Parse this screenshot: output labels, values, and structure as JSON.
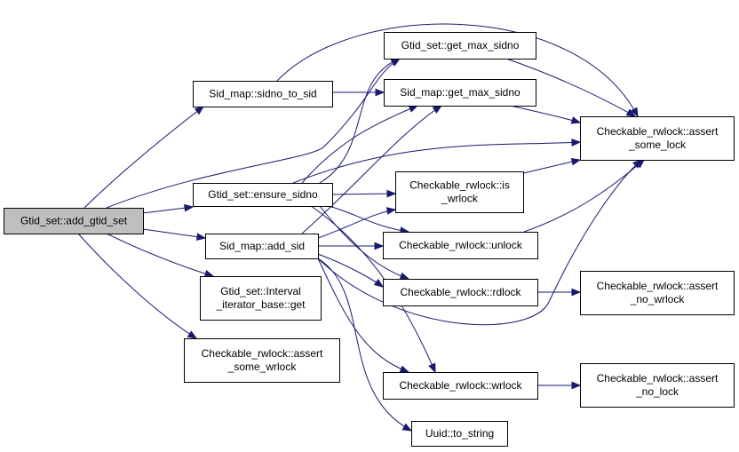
{
  "colors": {
    "edge": "#191970",
    "node_fill": "#ffffff",
    "root_fill": "#bfbfbf",
    "node_border": "#000000"
  },
  "nodes": [
    {
      "id": "add_gtid_set",
      "lines": [
        "Gtid_set::add_gtid_set"
      ],
      "root": true
    },
    {
      "id": "sidno_to_sid",
      "lines": [
        "Sid_map::sidno_to_sid"
      ]
    },
    {
      "id": "ensure_sidno",
      "lines": [
        "Gtid_set::ensure_sidno"
      ]
    },
    {
      "id": "add_sid",
      "lines": [
        "Sid_map::add_sid"
      ]
    },
    {
      "id": "interval_get",
      "lines": [
        "Gtid_set::Interval",
        "_iterator_base::get"
      ]
    },
    {
      "id": "assert_some_wrlock",
      "lines": [
        "Checkable_rwlock::assert",
        "_some_wrlock"
      ]
    },
    {
      "id": "gs_get_max_sidno",
      "lines": [
        "Gtid_set::get_max_sidno"
      ]
    },
    {
      "id": "sm_get_max_sidno",
      "lines": [
        "Sid_map::get_max_sidno"
      ]
    },
    {
      "id": "is_wrlock",
      "lines": [
        "Checkable_rwlock::is",
        "_wrlock"
      ]
    },
    {
      "id": "unlock",
      "lines": [
        "Checkable_rwlock::unlock"
      ]
    },
    {
      "id": "rdlock",
      "lines": [
        "Checkable_rwlock::rdlock"
      ]
    },
    {
      "id": "wrlock",
      "lines": [
        "Checkable_rwlock::wrlock"
      ]
    },
    {
      "id": "to_string",
      "lines": [
        "Uuid::to_string"
      ]
    },
    {
      "id": "assert_some_lock",
      "lines": [
        "Checkable_rwlock::assert",
        "_some_lock"
      ]
    },
    {
      "id": "assert_no_wrlock",
      "lines": [
        "Checkable_rwlock::assert",
        "_no_wrlock"
      ]
    },
    {
      "id": "assert_no_lock",
      "lines": [
        "Checkable_rwlock::assert",
        "_no_lock"
      ]
    }
  ],
  "edges": [
    {
      "from": "add_gtid_set",
      "to": "sidno_to_sid"
    },
    {
      "from": "add_gtid_set",
      "to": "ensure_sidno"
    },
    {
      "from": "add_gtid_set",
      "to": "add_sid"
    },
    {
      "from": "add_gtid_set",
      "to": "interval_get"
    },
    {
      "from": "add_gtid_set",
      "to": "assert_some_wrlock"
    },
    {
      "from": "add_gtid_set",
      "to": "gs_get_max_sidno"
    },
    {
      "from": "sidno_to_sid",
      "to": "sm_get_max_sidno"
    },
    {
      "from": "sidno_to_sid",
      "to": "assert_some_lock"
    },
    {
      "from": "ensure_sidno",
      "to": "gs_get_max_sidno"
    },
    {
      "from": "ensure_sidno",
      "to": "sm_get_max_sidno"
    },
    {
      "from": "ensure_sidno",
      "to": "assert_some_lock"
    },
    {
      "from": "ensure_sidno",
      "to": "is_wrlock"
    },
    {
      "from": "ensure_sidno",
      "to": "unlock"
    },
    {
      "from": "ensure_sidno",
      "to": "rdlock"
    },
    {
      "from": "ensure_sidno",
      "to": "wrlock"
    },
    {
      "from": "add_sid",
      "to": "sm_get_max_sidno"
    },
    {
      "from": "add_sid",
      "to": "is_wrlock"
    },
    {
      "from": "add_sid",
      "to": "unlock"
    },
    {
      "from": "add_sid",
      "to": "rdlock"
    },
    {
      "from": "add_sid",
      "to": "wrlock"
    },
    {
      "from": "add_sid",
      "to": "to_string"
    },
    {
      "from": "add_sid",
      "to": "assert_some_lock"
    },
    {
      "from": "gs_get_max_sidno",
      "to": "assert_some_lock"
    },
    {
      "from": "sm_get_max_sidno",
      "to": "assert_some_lock"
    },
    {
      "from": "is_wrlock",
      "to": "assert_some_lock"
    },
    {
      "from": "unlock",
      "to": "assert_some_lock"
    },
    {
      "from": "rdlock",
      "to": "assert_no_wrlock"
    },
    {
      "from": "wrlock",
      "to": "assert_no_lock"
    }
  ]
}
